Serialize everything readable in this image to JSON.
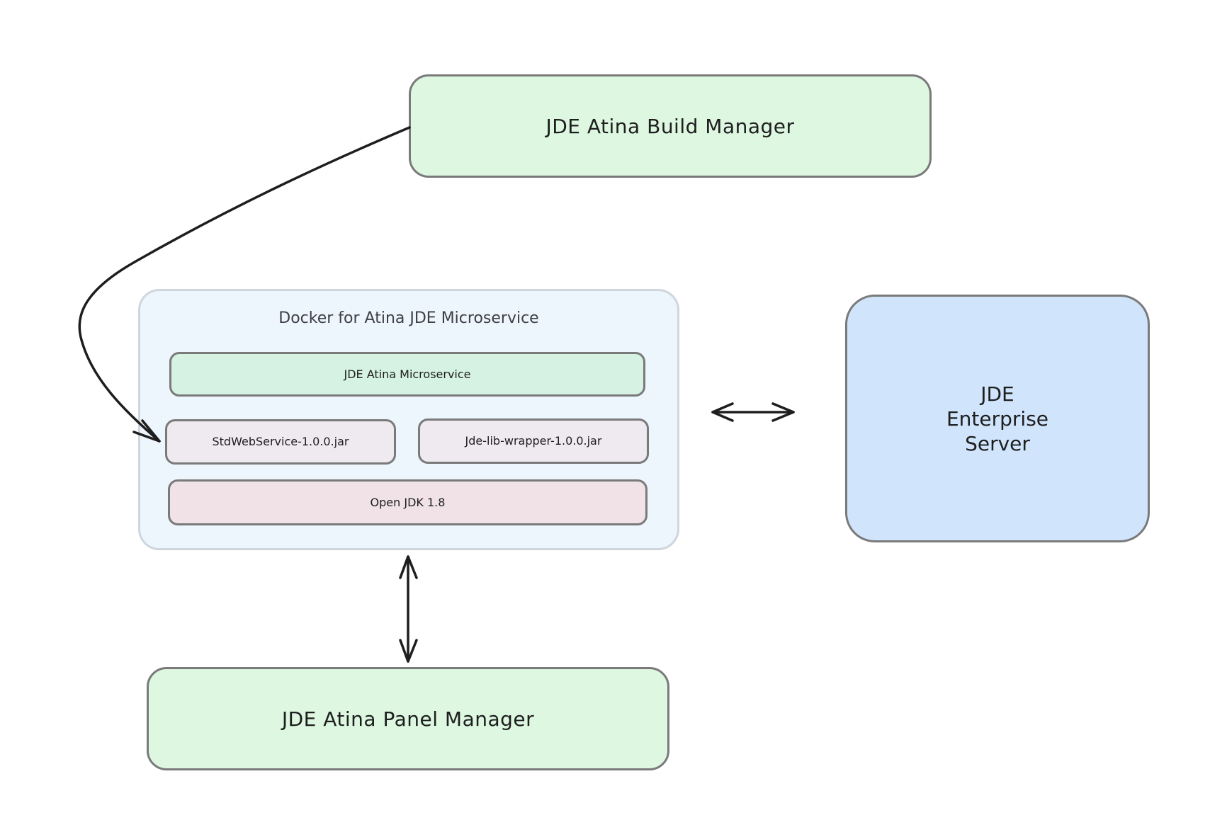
{
  "diagram": {
    "build_manager": {
      "label": "JDE Atina Build Manager"
    },
    "docker": {
      "title": "Docker for Atina JDE Microservice",
      "microservice": "JDE Atina Microservice",
      "jar_std": "StdWebService-1.0.0.jar",
      "jar_wrapper": "Jde-lib-wrapper-1.0.0.jar",
      "jdk": "Open JDK 1.8"
    },
    "enterprise_server": {
      "label": "JDE\nEnterprise\nServer"
    },
    "panel_manager": {
      "label": "JDE Atina Panel Manager"
    },
    "colors": {
      "green": "#ddf7e1",
      "blue": "#d0e5fb",
      "container": "#edf5fd",
      "lilac": "#efe9f0",
      "pink": "#f0e2e7",
      "stroke": "#1e1e1e"
    }
  }
}
